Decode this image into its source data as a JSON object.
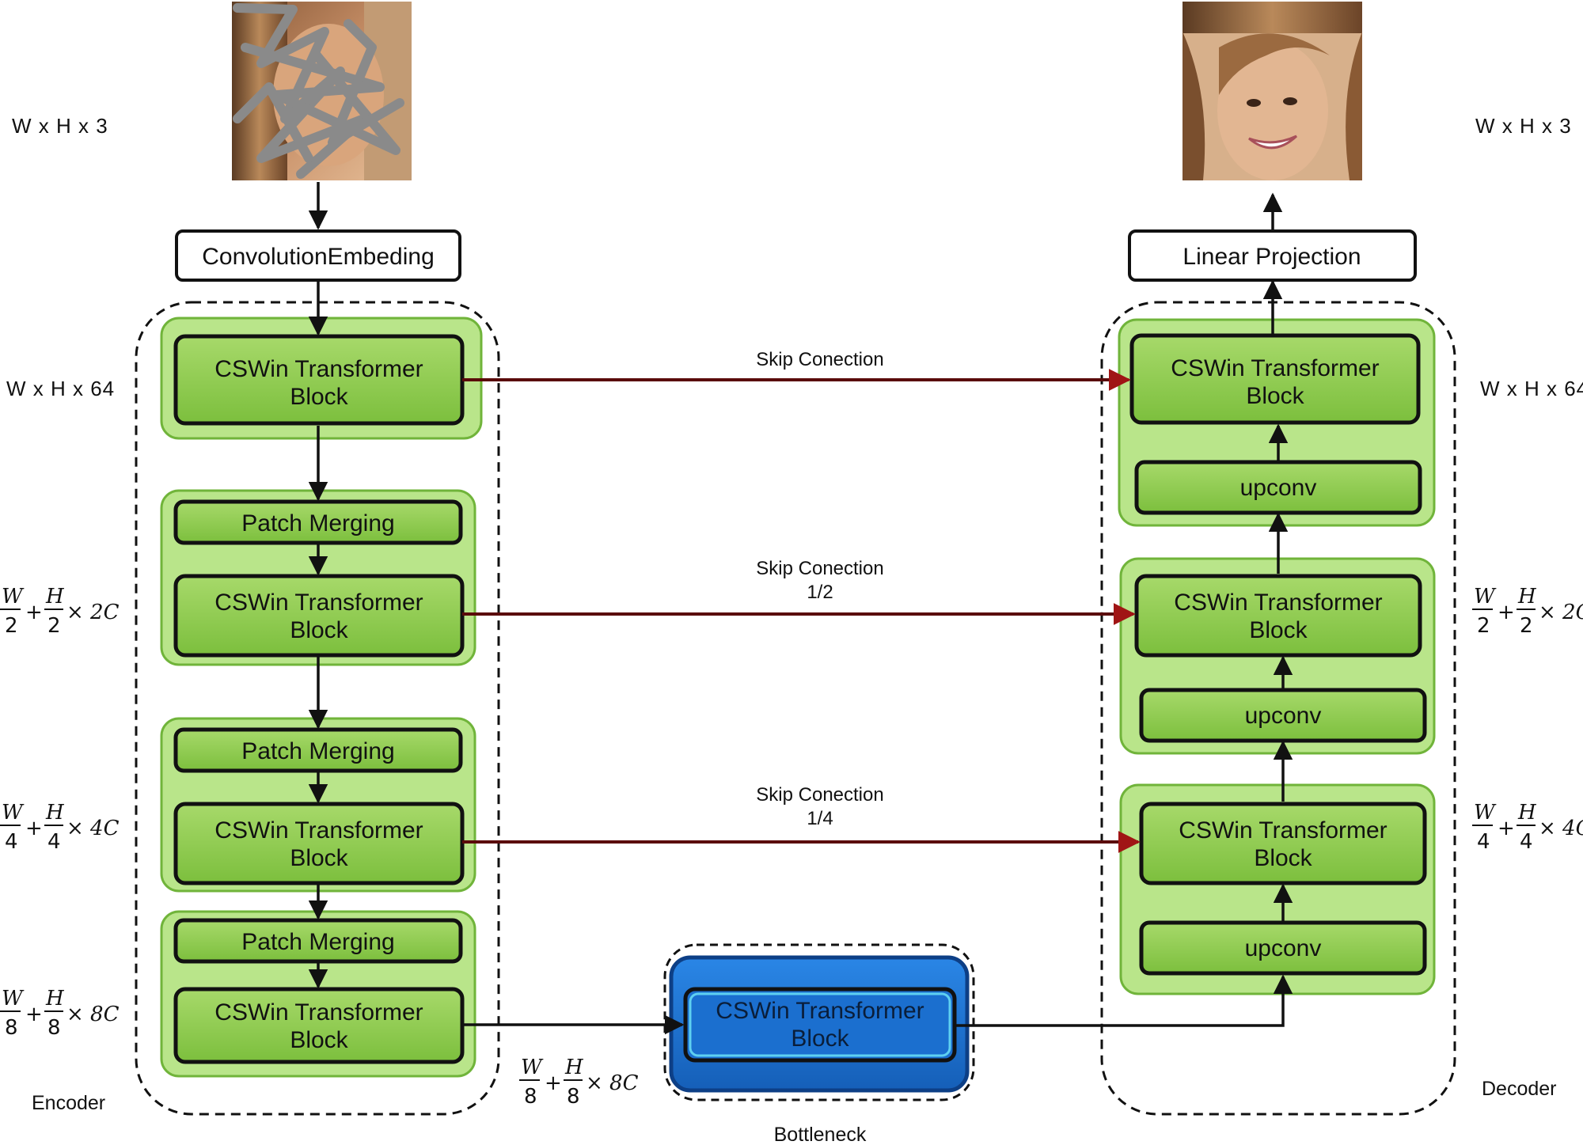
{
  "dims": {
    "input": "W x H x 3",
    "output": "W x H x 3",
    "level1_left": "W x H x 64",
    "level1_right": "W x H x 64",
    "level2_suffix": "× 2C",
    "level3_suffix": "× 4C",
    "level4_suffix": "× 8C",
    "bottleneck_suffix": "× 8C",
    "W": "W",
    "H": "H",
    "plus": "+",
    "den2": "2",
    "den4": "4",
    "den8": "8"
  },
  "boxes": {
    "conv_embedding": "ConvolutionEmbeding",
    "linear_projection": "Linear Projection",
    "cswin_line1": "CSWin Transformer",
    "cswin_line2": "Block",
    "patch_merging": "Patch Merging",
    "upconv": "upconv"
  },
  "skips": {
    "skip_label": "Skip Conection",
    "scale_half": "1/2",
    "scale_quarter": "1/4"
  },
  "sections": {
    "encoder": "Encoder",
    "decoder": "Decoder",
    "bottleneck": "Bottleneck"
  },
  "colors": {
    "green_block": "#8fcc4e",
    "green_glow": "#b7e37b",
    "blue_block": "#1f74d4",
    "blue_dark": "#0f4fa8",
    "skip_arrow": "#8b1010"
  }
}
